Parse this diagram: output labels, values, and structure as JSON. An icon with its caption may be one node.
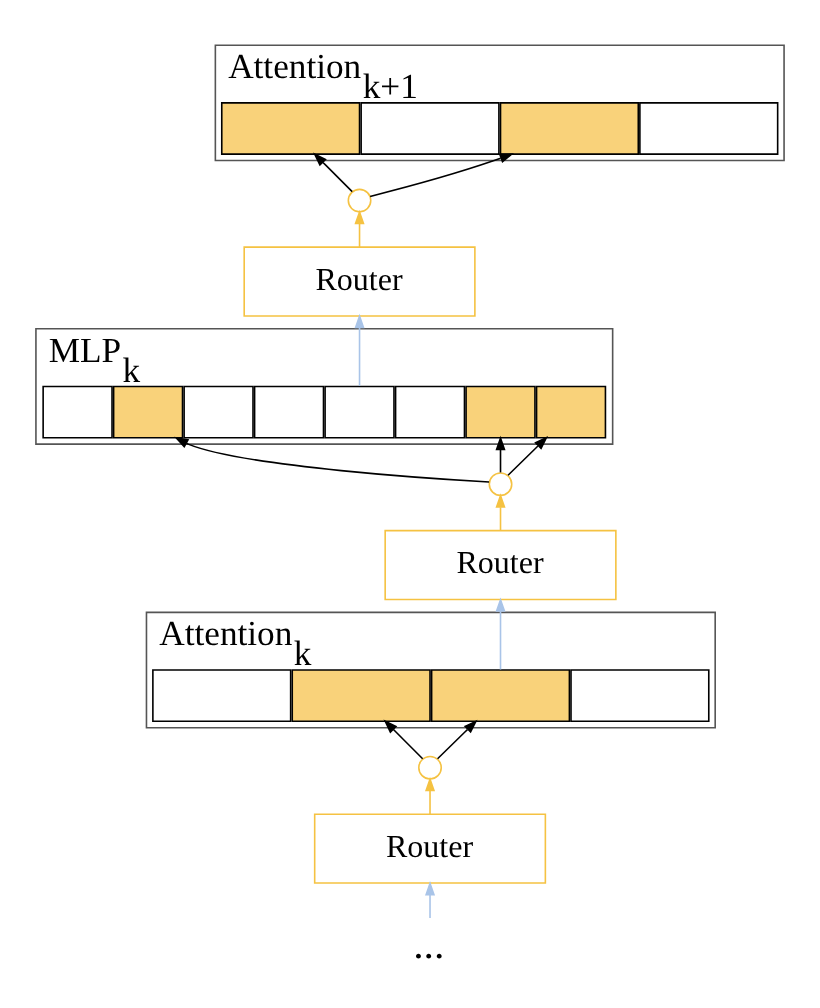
{
  "diagram": {
    "nodes": [
      {
        "text": [
          "Attention$_{k+1}$"
        ]
      },
      {
        "text": [],
        "shape": "box",
        "in": 0
      },
      {
        "text": [],
        "shape": "box",
        "in": 0
      },
      {
        "text": [],
        "shape": "box",
        "in": 0
      },
      {
        "text": [],
        "shape": "box",
        "in": 0
      },
      {
        "text": [],
        "shape": "circle"
      },
      {
        "text": [
          "Router"
        ]
      },
      {
        "text": [
          "MLP$_{k}$"
        ]
      },
      {
        "text": [],
        "shape": "box",
        "in": 7
      },
      {
        "text": [],
        "shape": "box",
        "in": 7
      },
      {
        "text": [],
        "shape": "box",
        "in": 7
      },
      {
        "text": [],
        "shape": "box",
        "in": 7
      },
      {
        "text": [],
        "shape": "box",
        "in": 7
      },
      {
        "text": [],
        "shape": "box",
        "in": 7
      },
      {
        "text": [],
        "shape": "box",
        "in": 7
      },
      {
        "text": [],
        "shape": "box",
        "in": 7
      },
      {
        "text": [],
        "shape": "circle"
      },
      {
        "text": [
          "Router"
        ]
      },
      {
        "text": [
          "Attention$_{k}$"
        ]
      },
      {
        "text": [],
        "shape": "box",
        "in": 18
      },
      {
        "text": [],
        "shape": "box",
        "in": 18
      },
      {
        "text": [],
        "shape": "box",
        "in": 18
      },
      {
        "text": [],
        "shape": "box",
        "in": 18
      },
      {
        "text": [],
        "shape": "circle"
      },
      {
        "text": [
          "Router"
        ]
      },
      {
        "text": [
          "..."
        ]
      }
    ],
    "edges": [
      {
        "from": 5,
        "to": 1,
        "arrow": "to"
      },
      {
        "from": 5,
        "to": 3,
        "arrow": "to"
      },
      {
        "from": 6,
        "to": 5,
        "arrow": "to",
        "color": "#f5c242"
      },
      {
        "from": 7,
        "to": 6,
        "arrow": "to",
        "color": "#a9c4e8"
      },
      {
        "from": 16,
        "to": 9,
        "arrow": "to"
      },
      {
        "from": 16,
        "to": 14,
        "arrow": "to"
      },
      {
        "from": 16,
        "to": 15,
        "arrow": "to"
      },
      {
        "from": 17,
        "to": 16,
        "arrow": "to",
        "color": "#f5c242"
      },
      {
        "from": 18,
        "to": 17,
        "arrow": "to",
        "color": "#a9c4e8"
      },
      {
        "from": 23,
        "to": 20,
        "arrow": "to"
      },
      {
        "from": 23,
        "to": 21,
        "arrow": "to"
      },
      {
        "from": 24,
        "to": 23,
        "arrow": "to",
        "color": "#f5c242"
      },
      {
        "from": 25,
        "to": 24,
        "arrow": "to",
        "color": "#a9c4e8"
      }
    ]
  }
}
